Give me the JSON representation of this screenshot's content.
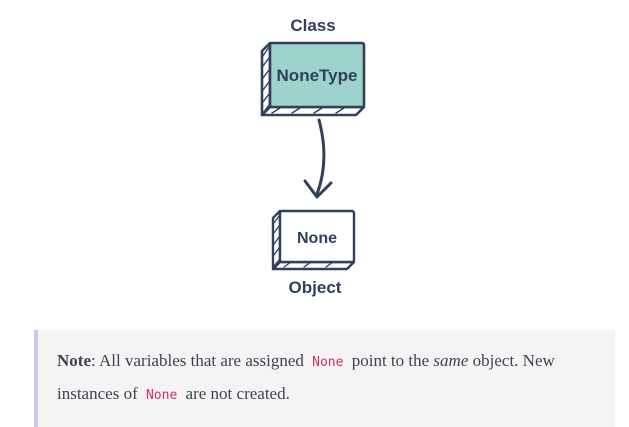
{
  "diagram": {
    "class_label": "Class",
    "class_box_text": "NoneType",
    "object_box_text": "None",
    "object_label": "Object"
  },
  "note": {
    "label": "Note",
    "text_1": ": All variables that are assigned ",
    "code_1": "None",
    "text_2": " point to the ",
    "emphasis": "same",
    "text_3": " object. New instances of ",
    "code_2": "None",
    "text_4": " are not created."
  },
  "colors": {
    "navy_ink": "#31405f",
    "teal_fill": "#9dd3cb",
    "note_background": "#f4f4f5",
    "note_left_border": "#cbc8ef",
    "code_pink": "#c2366b",
    "body_text": "#3d4450"
  }
}
